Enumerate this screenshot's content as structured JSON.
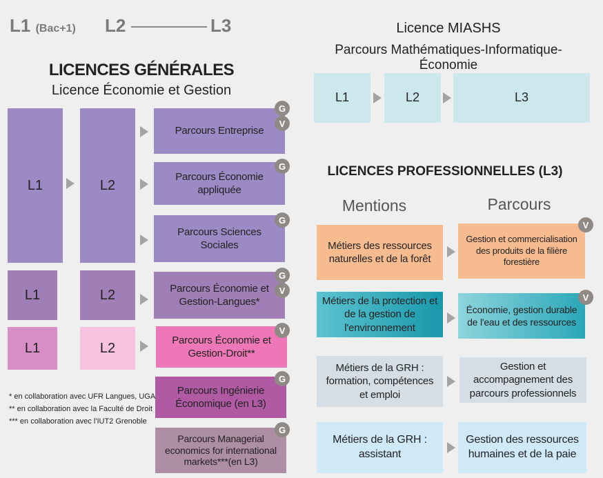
{
  "header": {
    "l1": "L1",
    "bac": "(Bac+1)",
    "l2": "L2",
    "l3": "L3"
  },
  "generales": {
    "title": "LICENCES GÉNÉRALES",
    "subtitle": "Licence  Économie et Gestion",
    "rows": [
      {
        "l1": "L1",
        "l2": "L2"
      },
      {
        "l1": "L1",
        "l2": "L2"
      },
      {
        "l1": "L1",
        "l2": "L2"
      }
    ],
    "parcours": [
      {
        "label": "Parcours Entreprise",
        "badges": [
          "G",
          "V"
        ]
      },
      {
        "label": "Parcours Économie appliquée",
        "badges": [
          "G"
        ]
      },
      {
        "label": "Parcours Sciences Sociales",
        "badges": [
          "G"
        ]
      },
      {
        "label": "Parcours Économie et Gestion-Langues*",
        "badges": [
          "G",
          "V"
        ]
      },
      {
        "label": "Parcours Économie et Gestion-Droit**",
        "badges": [
          "V"
        ]
      },
      {
        "label": "Parcours Ingénierie Économique (en L3)",
        "badges": [
          "G"
        ]
      },
      {
        "label": "Parcours Managerial economics for international markets***(en L3)",
        "badges": [
          "G"
        ]
      }
    ],
    "notes": [
      "* en collaboration avec UFR Langues, UGA",
      "** en collaboration avec la Faculté de Droit",
      "*** en collaboration avec l'IUT2 Grenoble"
    ]
  },
  "miashs": {
    "title": "Licence  MIASHS",
    "subtitle": "Parcours Mathématiques-Informatique-Économie",
    "steps": [
      "L1",
      "L2",
      "L3"
    ]
  },
  "pro": {
    "title": "LICENCES PROFESSIONNELLES  (L3)",
    "col_mentions": "Mentions",
    "col_parcours": "Parcours",
    "rows": [
      {
        "mention": "Métiers des ressources naturelles et de la forêt",
        "parcours": "Gestion et commercialisation des produits de la filière forestière",
        "badge": "V"
      },
      {
        "mention": "Métiers de la protection et de la gestion de l'environnement",
        "parcours": "Économie, gestion durable de l'eau et des ressources",
        "badge": "V"
      },
      {
        "mention": "Métiers de la GRH : formation, compétences et emploi",
        "parcours": "Gestion et accompagnement des parcours professionnels",
        "badge": ""
      },
      {
        "mention": "Métiers de la GRH : assistant",
        "parcours": "Gestion des ressources humaines et de la paie",
        "badge": ""
      }
    ]
  },
  "colors": {
    "purple": "#9b8ac4",
    "mauve": "#a07fb6",
    "pink_light": "#f7c2df",
    "pink": "#ee77b8",
    "plum": "#b05aa4",
    "dusty": "#ad8ea5",
    "light_teal": "#cce8ed",
    "orange": "#f7bb90",
    "teal": "#2aa8b8",
    "grey_blue": "#d5dee5",
    "light_blue": "#cfe9f7",
    "badge": "#8f8a86"
  }
}
